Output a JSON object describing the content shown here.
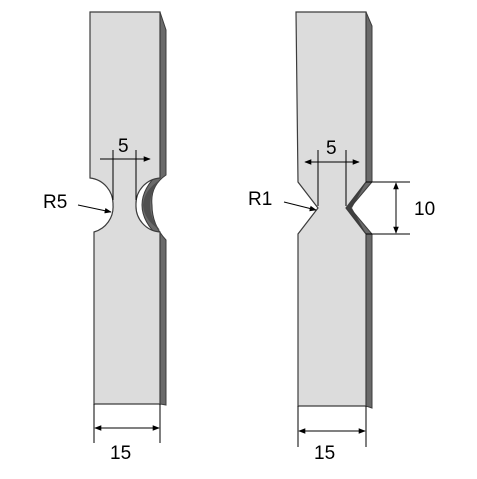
{
  "specimens": [
    {
      "id": "round-notch",
      "width_label": "15",
      "ligament_label": "5",
      "radius_label": "R5"
    },
    {
      "id": "v-notch",
      "width_label": "15",
      "ligament_label": "5",
      "radius_label": "R1",
      "notch_height_label": "10"
    }
  ],
  "colors": {
    "face": "#dcdcdc",
    "side": "#6a6a6a",
    "outline": "#3c3c3c"
  }
}
